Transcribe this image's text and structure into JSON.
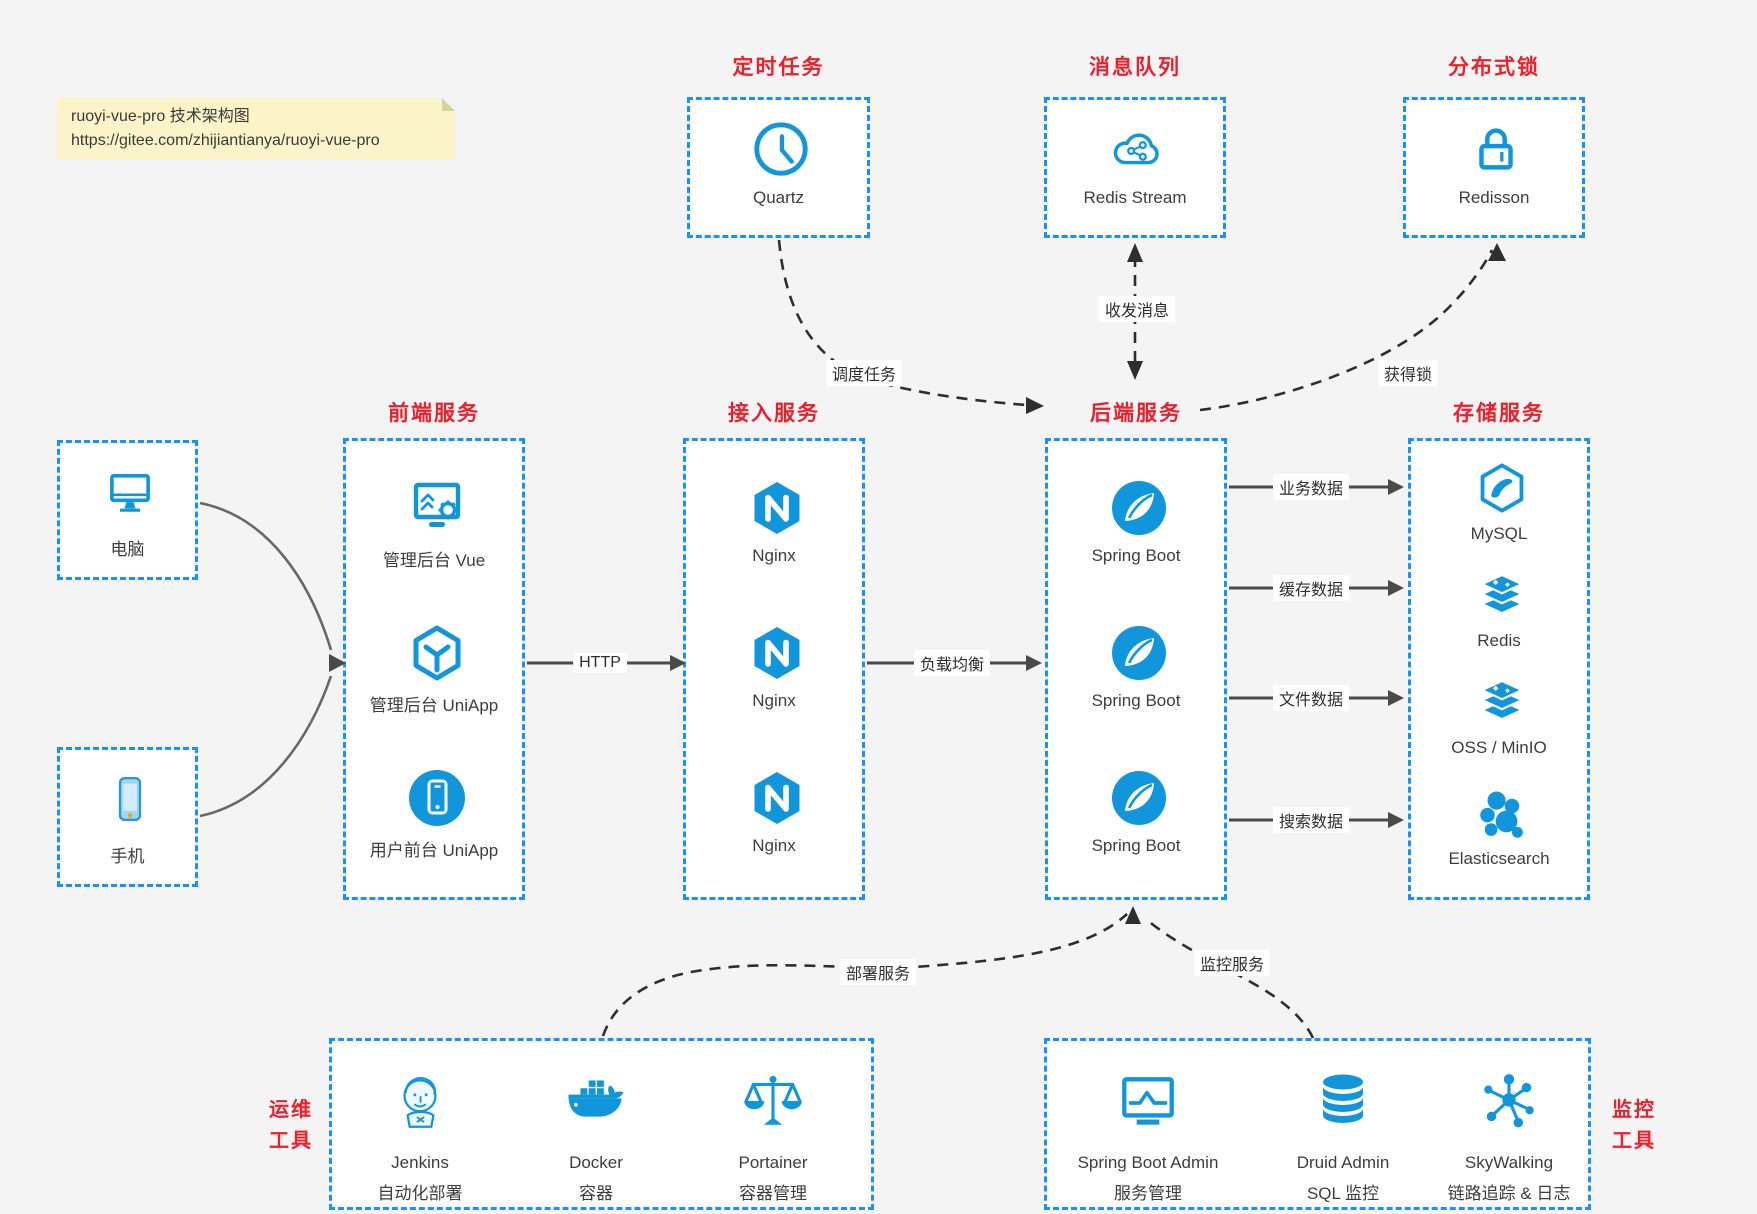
{
  "note": {
    "line1": "ruoyi-vue-pro 技术架构图",
    "line2": "https://gitee.com/zhijiantianya/ruoyi-vue-pro"
  },
  "colors": {
    "background": "#F4F4F5",
    "box_border_blue": "#1890FF",
    "icon_blue": "#1296DB",
    "title_red": "#E8212D",
    "note_bg": "#FAF4C8",
    "solid_arrow": "#4A4A4A",
    "dashed_arrow": "#2E2E2E",
    "device_curve": "#686868",
    "text_dark": "#3D3D3D"
  },
  "top_groups": [
    {
      "title": "定时任务",
      "item": {
        "label": "Quartz",
        "icon": "clock-icon"
      }
    },
    {
      "title": "消息队列",
      "item": {
        "label": "Redis Stream",
        "icon": "cloud-stream-icon"
      }
    },
    {
      "title": "分布式锁",
      "item": {
        "label": "Redisson",
        "icon": "lock-icon"
      }
    }
  ],
  "devices": [
    {
      "label": "电脑",
      "icon": "desktop-icon"
    },
    {
      "label": "手机",
      "icon": "mobile-icon"
    }
  ],
  "columns": [
    {
      "title": "前端服务",
      "items": [
        {
          "label": "管理后台 Vue",
          "icon": "admin-vue-icon"
        },
        {
          "label": "管理后台 UniApp",
          "icon": "uniapp-cube-icon"
        },
        {
          "label": "用户前台 UniApp",
          "icon": "user-app-icon"
        }
      ]
    },
    {
      "title": "接入服务",
      "items": [
        {
          "label": "Nginx",
          "icon": "nginx-icon"
        },
        {
          "label": "Nginx",
          "icon": "nginx-icon"
        },
        {
          "label": "Nginx",
          "icon": "nginx-icon"
        }
      ]
    },
    {
      "title": "后端服务",
      "items": [
        {
          "label": "Spring Boot",
          "icon": "spring-boot-icon"
        },
        {
          "label": "Spring Boot",
          "icon": "spring-boot-icon"
        },
        {
          "label": "Spring Boot",
          "icon": "spring-boot-icon"
        }
      ]
    },
    {
      "title": "存储服务",
      "items": [
        {
          "label": "MySQL",
          "icon": "mysql-icon"
        },
        {
          "label": "Redis",
          "icon": "redis-icon"
        },
        {
          "label": "OSS / MinIO",
          "icon": "oss-minio-icon"
        },
        {
          "label": "Elasticsearch",
          "icon": "elasticsearch-icon"
        }
      ]
    }
  ],
  "bottom_groups": [
    {
      "side_line1": "运维",
      "side_line2": "工具",
      "items": [
        {
          "name": "Jenkins",
          "desc": "自动化部署",
          "icon": "jenkins-icon"
        },
        {
          "name": "Docker",
          "desc": "容器",
          "icon": "docker-icon"
        },
        {
          "name": "Portainer",
          "desc": "容器管理",
          "icon": "portainer-icon"
        }
      ]
    },
    {
      "side_line1": "监控",
      "side_line2": "工具",
      "items": [
        {
          "name": "Spring Boot Admin",
          "desc": "服务管理",
          "icon": "monitor-pulse-icon"
        },
        {
          "name": "Druid Admin",
          "desc": "SQL 监控",
          "icon": "database-icon"
        },
        {
          "name": "SkyWalking",
          "desc": "链路追踪 & 日志",
          "icon": "topology-icon"
        }
      ]
    }
  ],
  "edges": {
    "http": "HTTP",
    "load_balance": "负载均衡",
    "business_data": "业务数据",
    "cache_data": "缓存数据",
    "file_data": "文件数据",
    "search_data": "搜索数据",
    "schedule_task": "调度任务",
    "send_receive_msg": "收发消息",
    "acquire_lock": "获得锁",
    "deploy_service": "部署服务",
    "monitor_service": "监控服务"
  }
}
